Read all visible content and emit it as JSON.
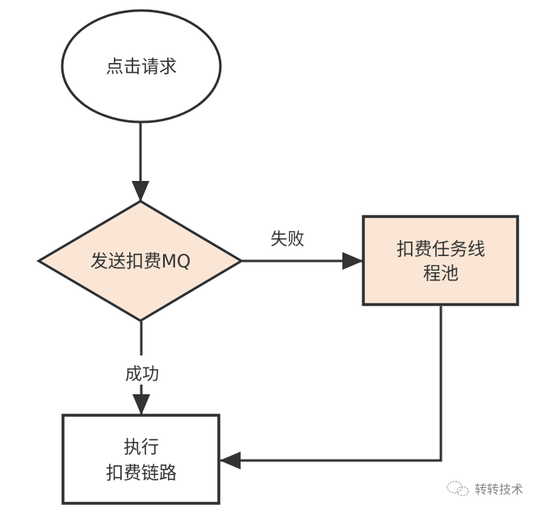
{
  "diagram": {
    "type": "flowchart",
    "colors": {
      "stroke": "#2b2f33",
      "highlight_fill": "#fbe6d6",
      "plain_fill": "#ffffff",
      "text": "#333333"
    },
    "nodes": {
      "start": {
        "shape": "ellipse",
        "lines": [
          "点击请求"
        ]
      },
      "decision": {
        "shape": "diamond",
        "lines": [
          "发送扣费MQ"
        ]
      },
      "thread_pool": {
        "shape": "rectangle",
        "lines": [
          "扣费任务线",
          "程池"
        ]
      },
      "execute": {
        "shape": "rectangle",
        "lines": [
          "执行",
          "扣费链路"
        ]
      }
    },
    "edges": {
      "start_to_decision": {
        "from": "点击请求",
        "to": "发送扣费MQ",
        "label": ""
      },
      "fail": {
        "from": "发送扣费MQ",
        "to": "扣费任务线程池",
        "label": "失败"
      },
      "success": {
        "from": "发送扣费MQ",
        "to": "执行扣费链路",
        "label": "成功"
      },
      "pool_to_execute": {
        "from": "扣费任务线程池",
        "to": "执行扣费链路",
        "label": ""
      }
    }
  },
  "watermark": {
    "icon": "wechat-icon",
    "text": "转转技术"
  }
}
